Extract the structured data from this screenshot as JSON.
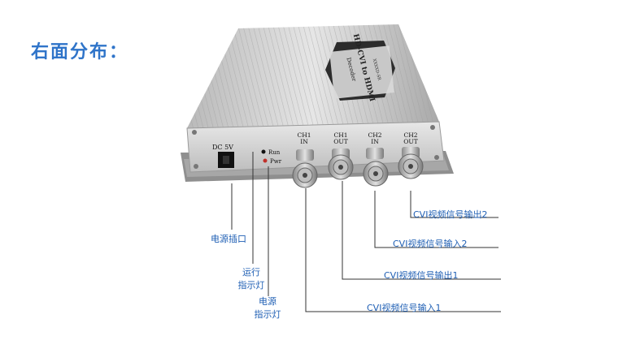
{
  "heading": "右面分布：",
  "device": {
    "face_label": "HD-CVI to HDMI",
    "face_sublabel": "Decoder",
    "face_model": "XXXXD-SR",
    "dc_label": "DC 5V",
    "run_label": "Run",
    "pwr_label": "Pwr",
    "ports": [
      {
        "line1": "CH1",
        "line2": "IN"
      },
      {
        "line1": "CH1",
        "line2": "OUT"
      },
      {
        "line1": "CH2",
        "line2": "IN"
      },
      {
        "line1": "CH2",
        "line2": "OUT"
      }
    ]
  },
  "callouts": {
    "power_jack": "电源插口",
    "run_led_line1": "运行",
    "run_led_line2": "指示灯",
    "pwr_led_line1": "电源",
    "pwr_led_line2": "指示灯",
    "ch2_out": "CVI视频信号输出2",
    "ch2_in": "CVI视频信号输入2",
    "ch1_out": "CVI视频信号输出1",
    "ch1_in": "CVI视频信号输入1"
  },
  "colors": {
    "accent": "#2f74c9",
    "label": "#1f5fb4",
    "device_body": "#c9c9c9"
  }
}
